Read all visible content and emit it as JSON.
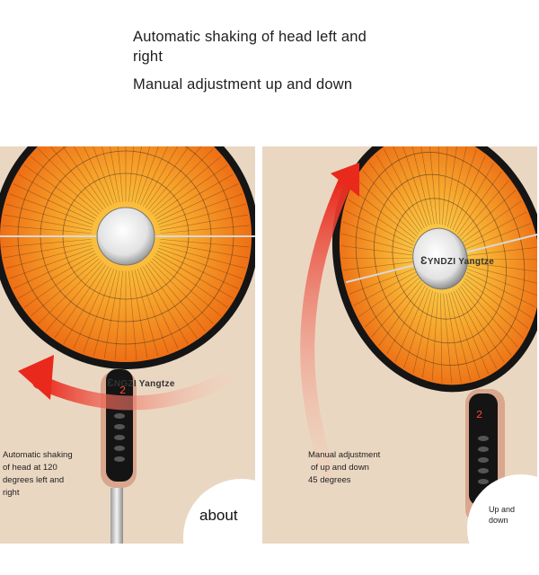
{
  "headline": {
    "line1": "Automatic shaking of head left and right",
    "line2": "Manual adjustment up and down"
  },
  "left_panel": {
    "caption": [
      "Automatic shaking",
      "of head at 120",
      "degrees left and",
      "right"
    ],
    "corner_label": "about",
    "brand_text": "NGZI Yangtze",
    "display_digit": "2"
  },
  "right_panel": {
    "caption": [
      "Manual adjustment",
      "of up and down",
      "45 degrees"
    ],
    "corner_label": [
      "Up and",
      "down"
    ],
    "brand_text": "YNDZI Yangtze",
    "display_digit": "2"
  },
  "colors": {
    "panel_bg": "#ead7c2",
    "heater_orange": "#f28a1c",
    "heater_yellow": "#ffd24a",
    "arrow_red": "#e8291c",
    "base_rose_gold": "#d9a78e"
  }
}
